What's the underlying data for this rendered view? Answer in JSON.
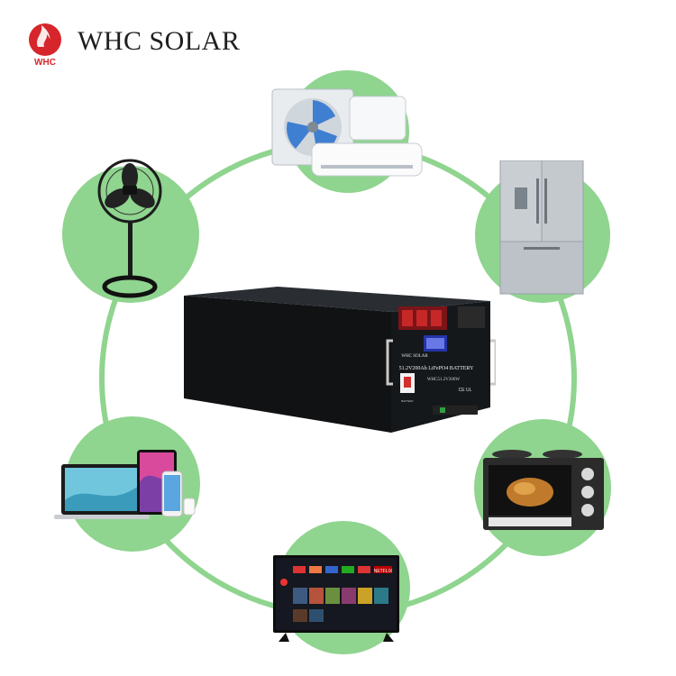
{
  "brand": {
    "name": "WHC SOLAR",
    "monogram": "WHC",
    "accent_color": "#d6262b"
  },
  "ring_color": "#8fd48f",
  "center": {
    "product": "battery-icon",
    "front_label": "51.2V200Ah LiFePO4 BATTERY",
    "model_label": "WHC51.2V200W",
    "brand_label": "WHC SOLAR",
    "cert_marks": "CE UL",
    "breaker_label": "BATTERY"
  },
  "appliances": [
    {
      "name": "air-conditioner-icon"
    },
    {
      "name": "refrigerator-icon"
    },
    {
      "name": "oven-icon"
    },
    {
      "name": "smart-tv-icon"
    },
    {
      "name": "devices-icon"
    },
    {
      "name": "fan-icon"
    }
  ],
  "tv_screen": {
    "tiles_label": "NETFLIX"
  }
}
